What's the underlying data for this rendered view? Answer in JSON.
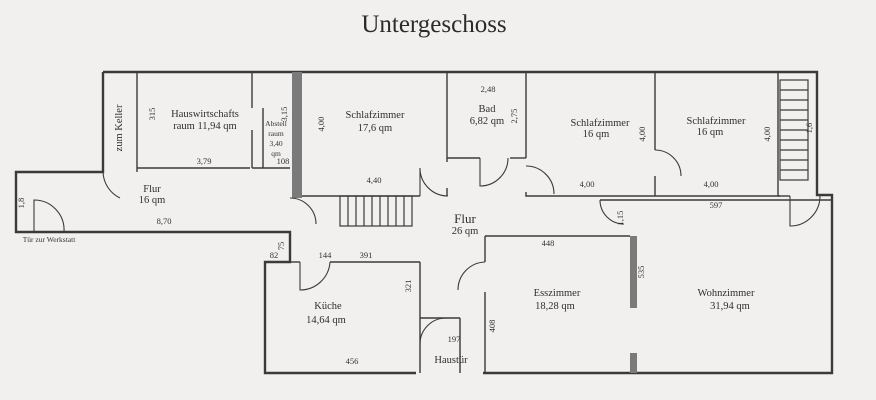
{
  "title": "Untergeschoss",
  "rooms": {
    "keller": "zum Keller",
    "hauswirtschaft_1": "Hauswirtschafts",
    "hauswirtschaft_2": "raum 11,94 qm",
    "abstell_1": "Abstell",
    "abstell_2": "raum",
    "abstell_3": "3,40",
    "abstell_4": "qm",
    "flur_small_name": "Flur",
    "flur_small_area": "16 qm",
    "schlaf1_name": "Schlafzimmer",
    "schlaf1_area": "17,6 qm",
    "bad_name": "Bad",
    "bad_area": "6,82 qm",
    "schlaf2_name": "Schlafzimmer",
    "schlaf2_area": "16 qm",
    "schlaf3_name": "Schlafzimmer",
    "schlaf3_area": "16 qm",
    "flur_main_name": "Flur",
    "flur_main_area": "26 qm",
    "kueche_name": "Küche",
    "kueche_area": "14,64 qm",
    "ess_name": "Esszimmer",
    "ess_area": "18,28 qm",
    "wohn_name": "Wohnzimmer",
    "wohn_area": "31,94 qm",
    "haustuer": "Haustür",
    "werkstatt": "Tür zur Werkstatt"
  },
  "dimensions": {
    "d315a": "315",
    "d379": "3,79",
    "d315b": "3,15",
    "d108": "108",
    "d400a": "4,00",
    "d440": "4,40",
    "d248": "2,48",
    "d275": "2,75",
    "d400b": "4,00",
    "d400c": "4,00",
    "d400d": "4,00",
    "d400e": "4,00",
    "d18": "1,8",
    "d16": "1,6",
    "d870": "8,70",
    "d597": "597",
    "d115": "1,15",
    "d448": "448",
    "d75": "75",
    "d82": "82",
    "d144": "144",
    "d391": "391",
    "d321": "321",
    "d535": "535",
    "d408": "408",
    "d197": "197",
    "d456": "456"
  }
}
